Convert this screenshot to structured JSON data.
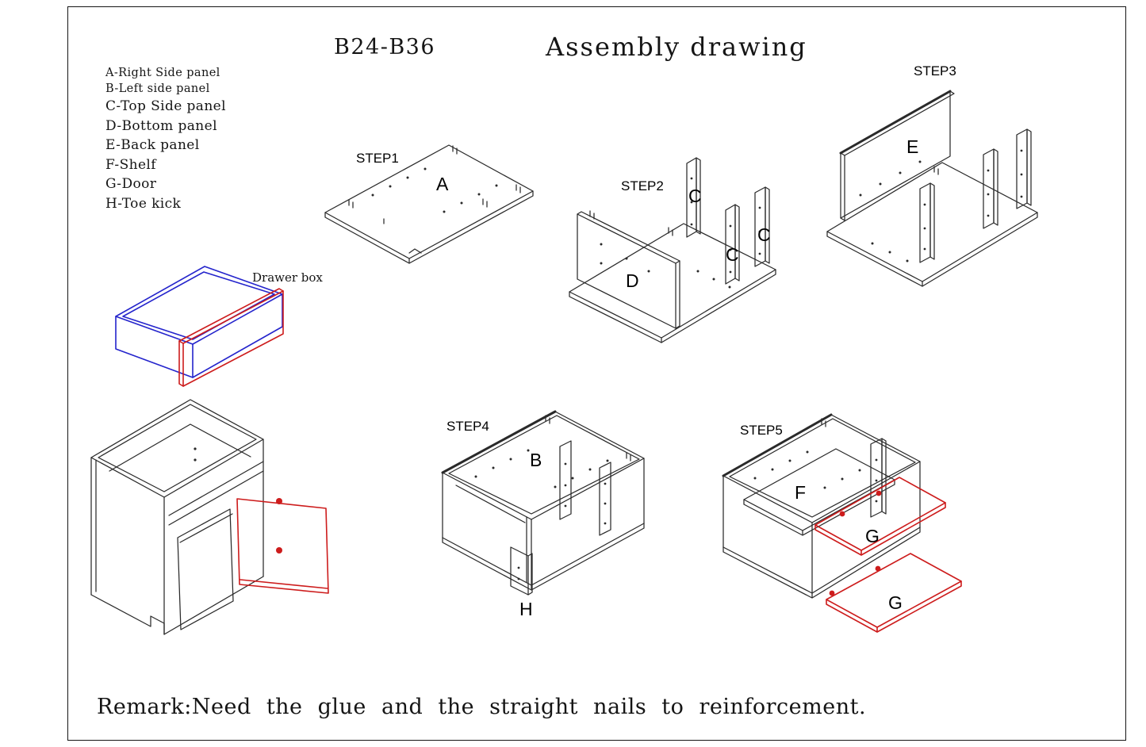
{
  "page": {
    "model": "B24-B36",
    "title": "Assembly drawing",
    "remark": "Remark:Need the glue and the straight nails to reinforcement."
  },
  "parts_list": {
    "items": [
      "A-Right Side panel",
      "B-Left side panel",
      "C-Top Side panel",
      "D-Bottom panel",
      "E-Back panel",
      "F-Shelf",
      "G-Door",
      "H-Toe kick"
    ]
  },
  "drawer": {
    "label": "Drawer box"
  },
  "steps": {
    "step1": {
      "label": "STEP1",
      "parts": {
        "a": "A"
      }
    },
    "step2": {
      "label": "STEP2",
      "parts": {
        "d": "D",
        "c1": "C",
        "c2": "C",
        "c3": "C"
      }
    },
    "step3": {
      "label": "STEP3",
      "parts": {
        "e": "E"
      }
    },
    "step4": {
      "label": "STEP4",
      "parts": {
        "b": "B",
        "h": "H"
      }
    },
    "step5": {
      "label": "STEP5",
      "parts": {
        "f": "F",
        "g1": "G",
        "g2": "G"
      }
    }
  },
  "colors": {
    "line": "#2a2a2a",
    "drawer_box_blue": "#2424cc",
    "accent_red": "#cd1c1c"
  }
}
